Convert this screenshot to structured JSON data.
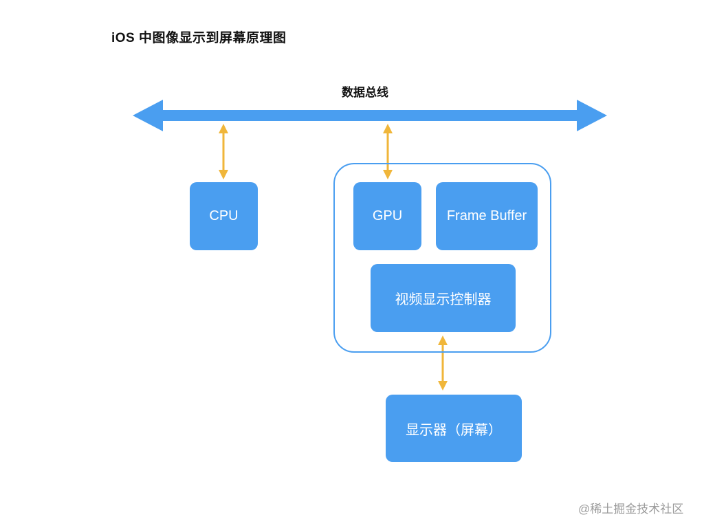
{
  "title": "iOS 中图像显示到屏幕原理图",
  "bus": {
    "label": "数据总线"
  },
  "nodes": {
    "cpu": "CPU",
    "gpu": "GPU",
    "frame_buffer": "Frame Buffer",
    "video_controller": "视频显示控制器",
    "display": "显示器（屏幕）"
  },
  "edges": [
    {
      "from": "数据总线",
      "to": "CPU",
      "direction": "bidirectional"
    },
    {
      "from": "数据总线",
      "to": "GPU",
      "direction": "bidirectional"
    },
    {
      "from": "视频显示控制器",
      "to": "显示器（屏幕）",
      "direction": "bidirectional"
    }
  ],
  "groups": [
    {
      "name": "gpu-subsystem",
      "members": [
        "GPU",
        "Frame Buffer",
        "视频显示控制器"
      ]
    }
  ],
  "colors": {
    "box": "#4a9ef0",
    "bus": "#4a9ef0",
    "connector": "#f0b63a",
    "text_on_box": "#ffffff"
  },
  "watermark": "@稀土掘金技术社区"
}
